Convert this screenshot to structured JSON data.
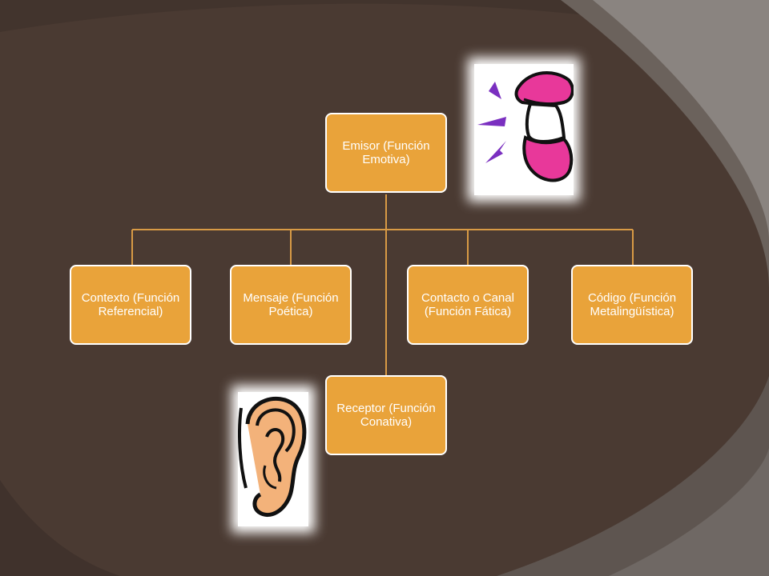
{
  "diagram": {
    "nodes": {
      "emisor": "Emisor (Función Emotiva)",
      "contexto": "Contexto (Función Referencial)",
      "mensaje": "Mensaje (Función Poética)",
      "contacto": "Contacto o Canal (Función Fática)",
      "codigo": "Código (Función Metalingüística)",
      "receptor": "Receptor (Función Conativa)"
    },
    "colors": {
      "background": "#4a3a32",
      "node_fill": "#e9a33a",
      "node_border": "#ffffff",
      "connector": "#d89a45"
    },
    "images": [
      "mouth-clipart",
      "ear-clipart"
    ]
  }
}
